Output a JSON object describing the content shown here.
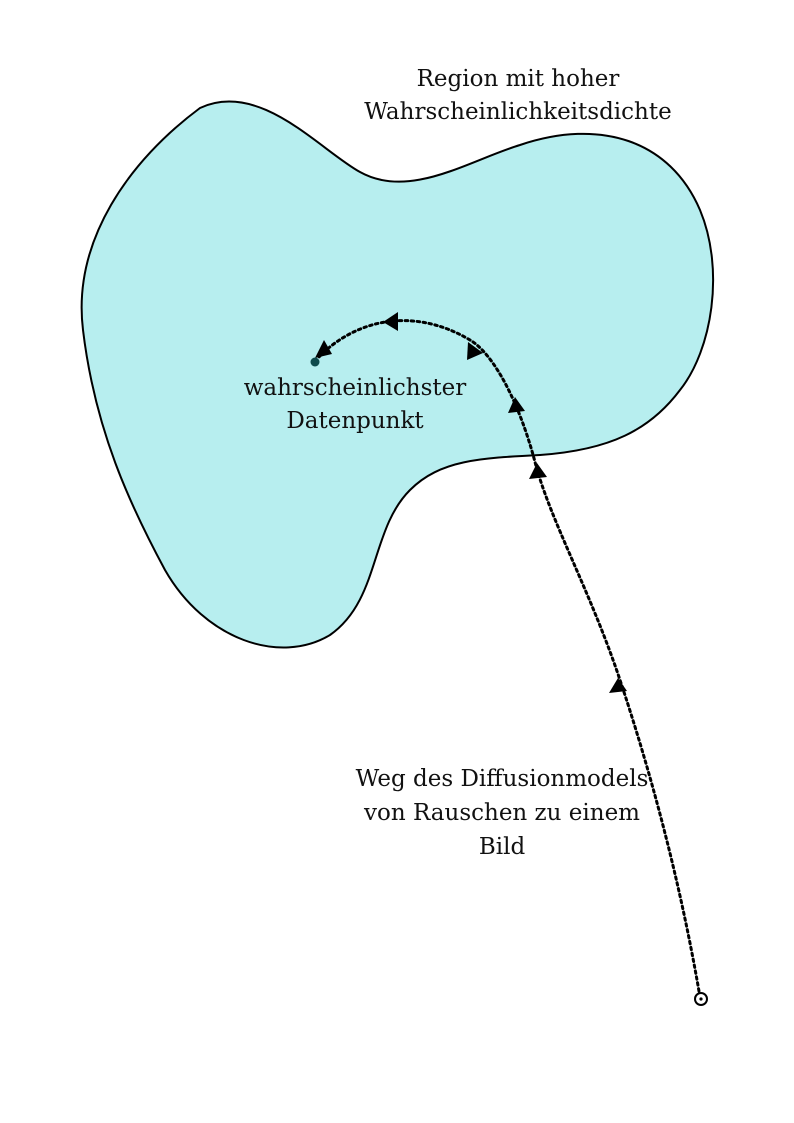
{
  "labels": {
    "region_line1": "Region mit hoher",
    "region_line2": "Wahrscheinlichkeitsdichte",
    "point_line1": "wahrscheinlichster",
    "point_line2": "Datenpunkt",
    "path_line1": "Weg des Diffusionmodels",
    "path_line2": "von Rauschen zu einem",
    "path_line3": "Bild"
  },
  "colors": {
    "region_fill": "#b7eeef",
    "outline": "#000000",
    "point": "#0e4a4c"
  }
}
